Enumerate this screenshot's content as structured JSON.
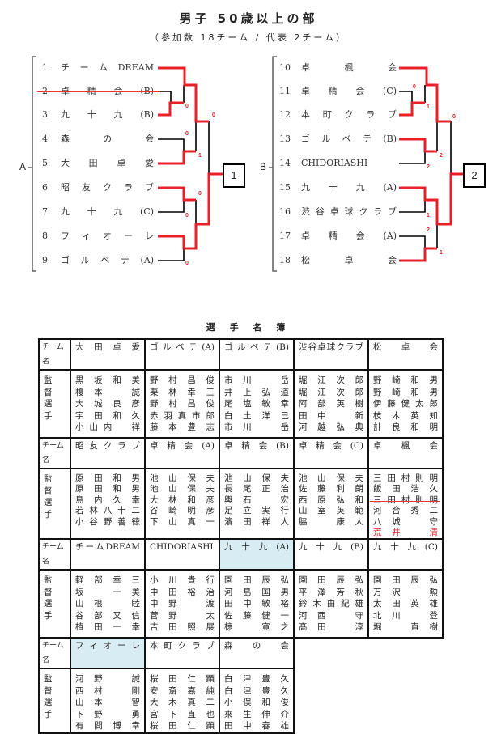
{
  "title": "男子 50歳以上の部",
  "subtitle": "（参加数 18チーム / 代表 2チーム）",
  "bracket": {
    "group_a": "A",
    "group_b": "B",
    "box_a": "1",
    "box_b": "2",
    "teams_a": [
      {
        "num": "1",
        "name": "チームDREAM"
      },
      {
        "num": "2",
        "name": "卓　精　会　(B)"
      },
      {
        "num": "3",
        "name": "九　十　九　(B)"
      },
      {
        "num": "4",
        "name": "森　の　会"
      },
      {
        "num": "5",
        "name": "大　田　卓　愛"
      },
      {
        "num": "6",
        "name": "昭友クラブ"
      },
      {
        "num": "7",
        "name": "九　十　九　(C)"
      },
      {
        "num": "8",
        "name": "フィオーレ"
      },
      {
        "num": "9",
        "name": "ゴルベテ(A)"
      }
    ],
    "teams_b": [
      {
        "num": "10",
        "name": "卓　楓　会"
      },
      {
        "num": "11",
        "name": "卓　精　会　(C)"
      },
      {
        "num": "12",
        "name": "本町クラブ"
      },
      {
        "num": "13",
        "name": "ゴルベテ(B)"
      },
      {
        "num": "14",
        "name": "CHIDORIASHI"
      },
      {
        "num": "15",
        "name": "九　十　九　(A)"
      },
      {
        "num": "16",
        "name": "渋谷卓球クラブ"
      },
      {
        "num": "17",
        "name": "卓　精　会　(A)"
      },
      {
        "num": "18",
        "name": "松　卓　会"
      }
    ],
    "scores_a": [
      "0",
      "0",
      "0",
      "1",
      "0",
      "0",
      "0"
    ],
    "scores_b": [
      "0",
      "1",
      "0",
      "2",
      "2",
      "1",
      "2",
      "1"
    ],
    "colors": {
      "winner": "#e8202a",
      "loser": "#000000"
    }
  },
  "roster": {
    "title": "選 手 名 簿",
    "label_team": "チーム名",
    "label_manager": "監　督",
    "label_player": "選　手",
    "rows": [
      [
        {
          "name": "大田卓愛",
          "members": [
            "黒坂和美",
            "榎本　誠",
            "大城良彦",
            "宇田和久",
            "小山内　祥"
          ]
        },
        {
          "name": "ゴルベテ(A)",
          "members": [
            "野村昌俊",
            "栗林幸三",
            "野村昌俊",
            "赤羽真市郎",
            "藤本豊志"
          ]
        },
        {
          "name": "ゴルベテ(B)",
          "members": [
            "市川　岳",
            "井上弘道",
            "尾塩敏幸",
            "白土洋己",
            "市川　岳"
          ]
        },
        {
          "name": "渋谷卓球クラブ",
          "members": [
            "堀江次郎",
            "堀江次郎",
            "阿部英樹",
            "田中　新",
            "河越弘典"
          ]
        },
        {
          "name": "松　卓　会",
          "members": [
            "野崎和男",
            "野崎和男",
            "伊藤健太郎",
            "枝木英知",
            "計良和明"
          ]
        }
      ],
      [
        {
          "name": "昭友クラブ",
          "members": [
            "原田和男",
            "原田和男",
            "島内久幸",
            "若林八十二",
            "小谷野善徳"
          ]
        },
        {
          "name": "卓精会(A)",
          "members": [
            "池山保夫",
            "池山保夫",
            "大林和彦",
            "谷崎明彦",
            "下山真一"
          ]
        },
        {
          "name": "卓精会(B)",
          "members": [
            "池山保夫",
            "長尾正治",
            "輿石　宏",
            "足立実行",
            "濱田祥人"
          ]
        },
        {
          "name": "卓精会(C)",
          "members": [
            "池山保夫",
            "佐藤利朗",
            "西原弘和",
            "山室英範",
            "脇　康人"
          ]
        },
        {
          "name": "卓　楓　会",
          "members": [
            "三田村則明",
            "飯田浩久",
            "三田村則明",
            "河合秀二",
            "八城　守",
            "荒井　清"
          ]
        }
      ],
      [
        {
          "name": "チームDREAM",
          "members": [
            "軽部幸三",
            "坂　一美",
            "山根　睦",
            "谷部又信",
            "植田一幸"
          ]
        },
        {
          "name": "CHIDORIASHI",
          "members": [
            "小川貴行",
            "中田裕治",
            "中野　渡",
            "菅野　太",
            "吉田照展"
          ]
        },
        {
          "name": "九十九(A)",
          "members": [
            "園田辰弘",
            "河島国男",
            "田中敏裕",
            "佐藤健一",
            "椋　寛之"
          ]
        },
        {
          "name": "九十九(B)",
          "members": [
            "園田辰弘",
            "平澤芳秋",
            "鈴木由紀雄",
            "河西　守",
            "髙田　淳"
          ]
        },
        {
          "name": "九十九(C)",
          "members": [
            "園田辰弘",
            "万沢　勲",
            "太田英雄",
            "北川　登",
            "堀　直樹"
          ]
        }
      ],
      [
        {
          "name": "フィオーレ",
          "members": [
            "河野　誠",
            "西村　剛",
            "山本　智",
            "下野　勇",
            "有間博幸"
          ]
        },
        {
          "name": "本町クラブ",
          "members": [
            "桜田仁顕",
            "安斎嘉純",
            "大木真二",
            "宮下直也",
            "桜田仁顕"
          ]
        },
        {
          "name": "森　の　会",
          "members": [
            "白津豊久",
            "白津豊久",
            "小俣和俊",
            "來生伸介",
            "田中春雄"
          ]
        }
      ]
    ]
  }
}
